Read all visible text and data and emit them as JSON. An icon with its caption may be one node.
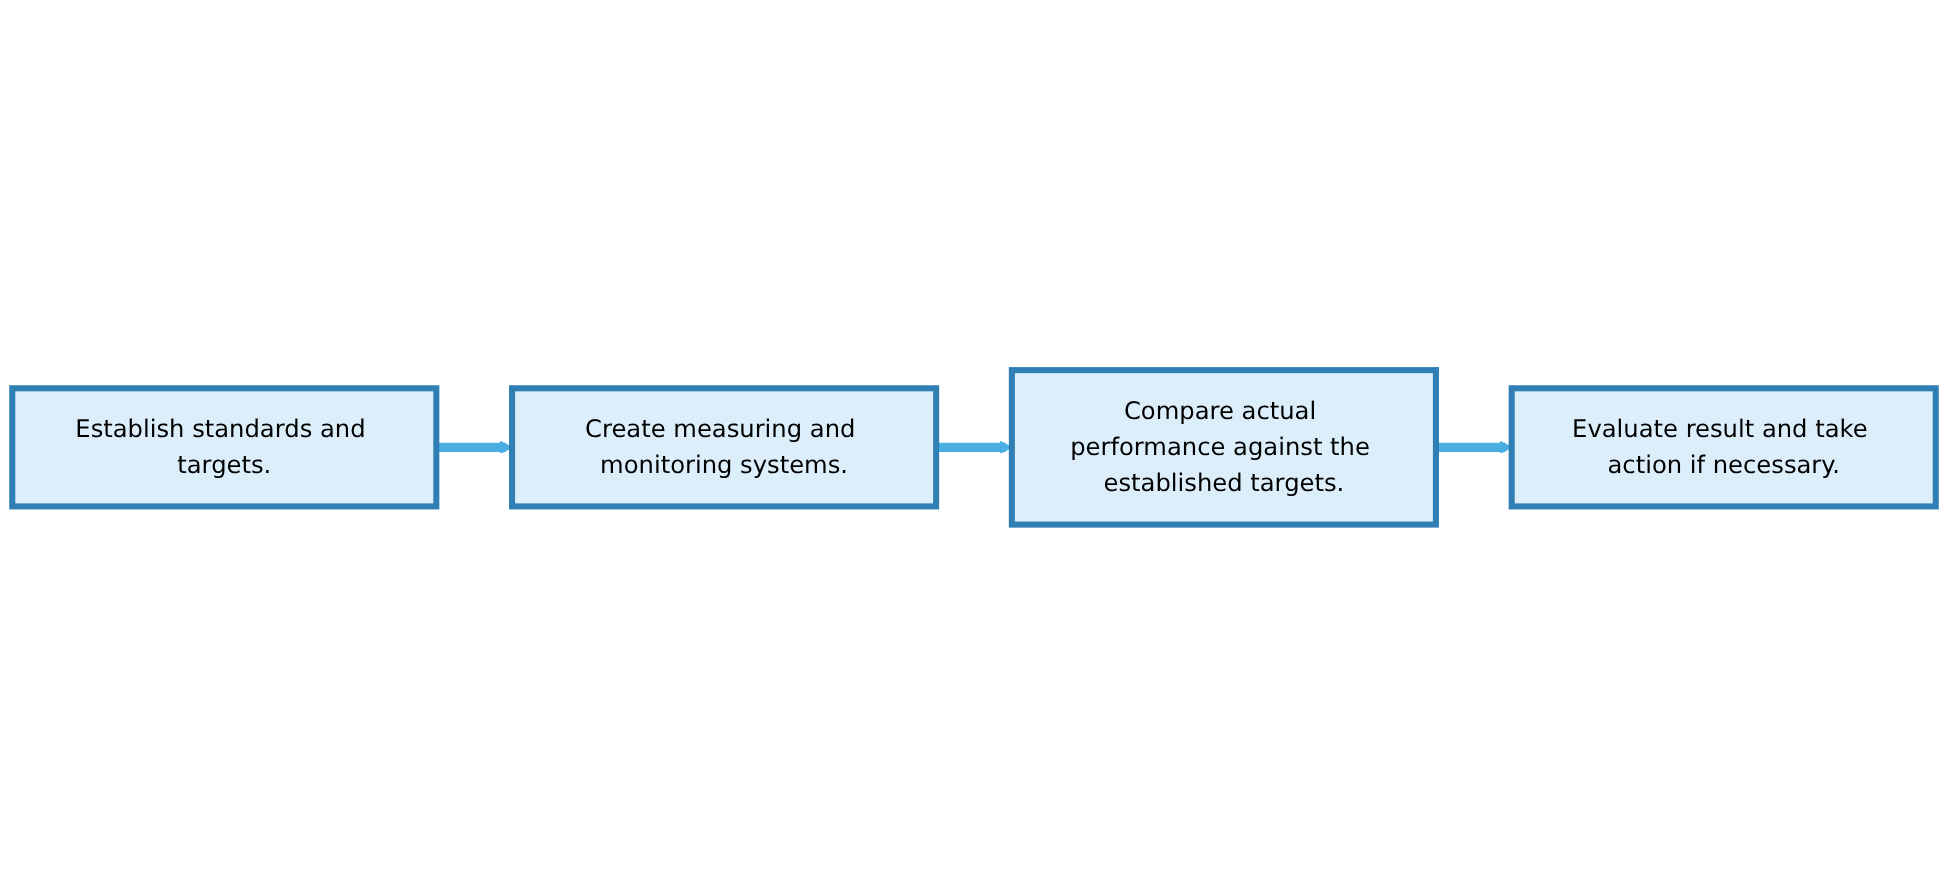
{
  "diagram": {
    "nodes": [
      {
        "text": [
          "Establish standards and targets."
        ]
      },
      {
        "text": [
          "Create measuring and monitoring systems."
        ]
      },
      {
        "text": [
          "Compare actual performance against the established targets."
        ]
      },
      {
        "text": [
          "Evaluate result and take action if necessary."
        ]
      }
    ],
    "edges": [
      {
        "from": 0,
        "to": 1,
        "arrow": "to"
      },
      {
        "from": 1,
        "to": 2,
        "arrow": "to"
      },
      {
        "from": 2,
        "to": 3,
        "arrow": "to"
      }
    ]
  }
}
